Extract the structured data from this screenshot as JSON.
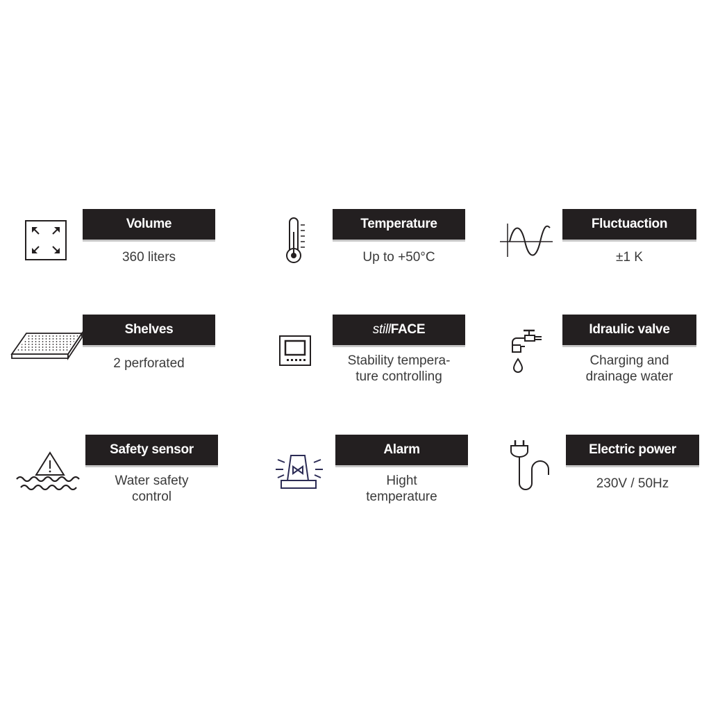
{
  "features": [
    {
      "id": "volume",
      "icon": "expand-arrows-icon",
      "label": "Volume",
      "value": [
        "360 liters"
      ]
    },
    {
      "id": "temperature",
      "icon": "thermometer-icon",
      "label": "Temperature",
      "value": [
        "Up to +50°C"
      ]
    },
    {
      "id": "fluctuation",
      "icon": "sine-wave-icon",
      "label": "Fluctuaction",
      "value": [
        "±1 K"
      ]
    },
    {
      "id": "shelves",
      "icon": "perforated-shelf-icon",
      "label": "Shelves",
      "value": [
        "2 perforated"
      ]
    },
    {
      "id": "stillface",
      "icon": "control-panel-icon",
      "label_italic": "still",
      "label_bold": "FACE",
      "value": [
        "Stability tempera-",
        "ture controlling"
      ]
    },
    {
      "id": "valve",
      "icon": "water-tap-icon",
      "label": "Idraulic valve",
      "value": [
        "Charging and",
        "drainage water"
      ]
    },
    {
      "id": "safety",
      "icon": "water-warning-icon",
      "label": "Safety sensor",
      "value": [
        "Water safety",
        "control"
      ]
    },
    {
      "id": "alarm",
      "icon": "alarm-beacon-icon",
      "label": "Alarm",
      "value": [
        "Hight",
        "temperature"
      ]
    },
    {
      "id": "power",
      "icon": "power-plug-icon",
      "label": "Electric power",
      "value": [
        "230V / 50Hz"
      ]
    }
  ]
}
